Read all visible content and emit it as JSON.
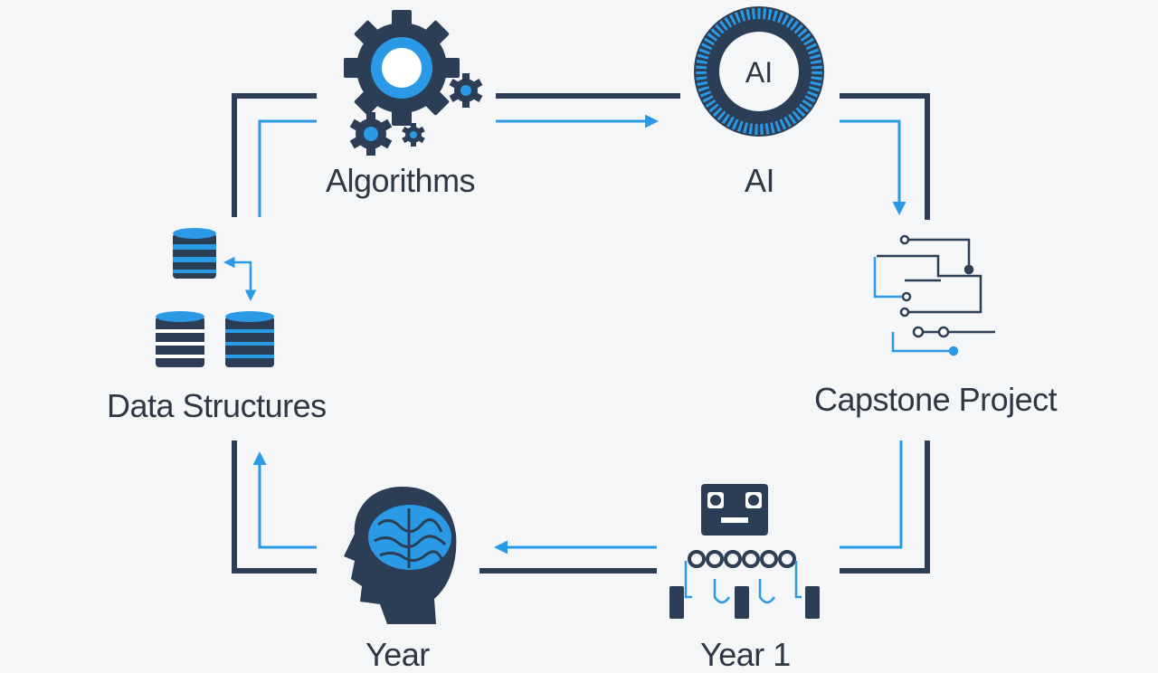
{
  "diagram": {
    "nodes": {
      "algorithms": "Algorithms",
      "ai": "AI",
      "ai_badge": "AI",
      "data_structures": "Data Structures",
      "capstone": "Capstone Project",
      "year_left": "Year",
      "year_right": "Year 1"
    },
    "colors": {
      "dark": "#2c3e55",
      "accent": "#2a9ae6",
      "background": "#f4f6f8"
    },
    "icons": {
      "algorithms": "gears-icon",
      "ai": "ai-chip-icon",
      "data_structures": "database-icon",
      "capstone": "circuit-icon",
      "year_right": "robot-icon",
      "year_left": "brain-head-icon"
    },
    "flow_direction": "clockwise"
  }
}
